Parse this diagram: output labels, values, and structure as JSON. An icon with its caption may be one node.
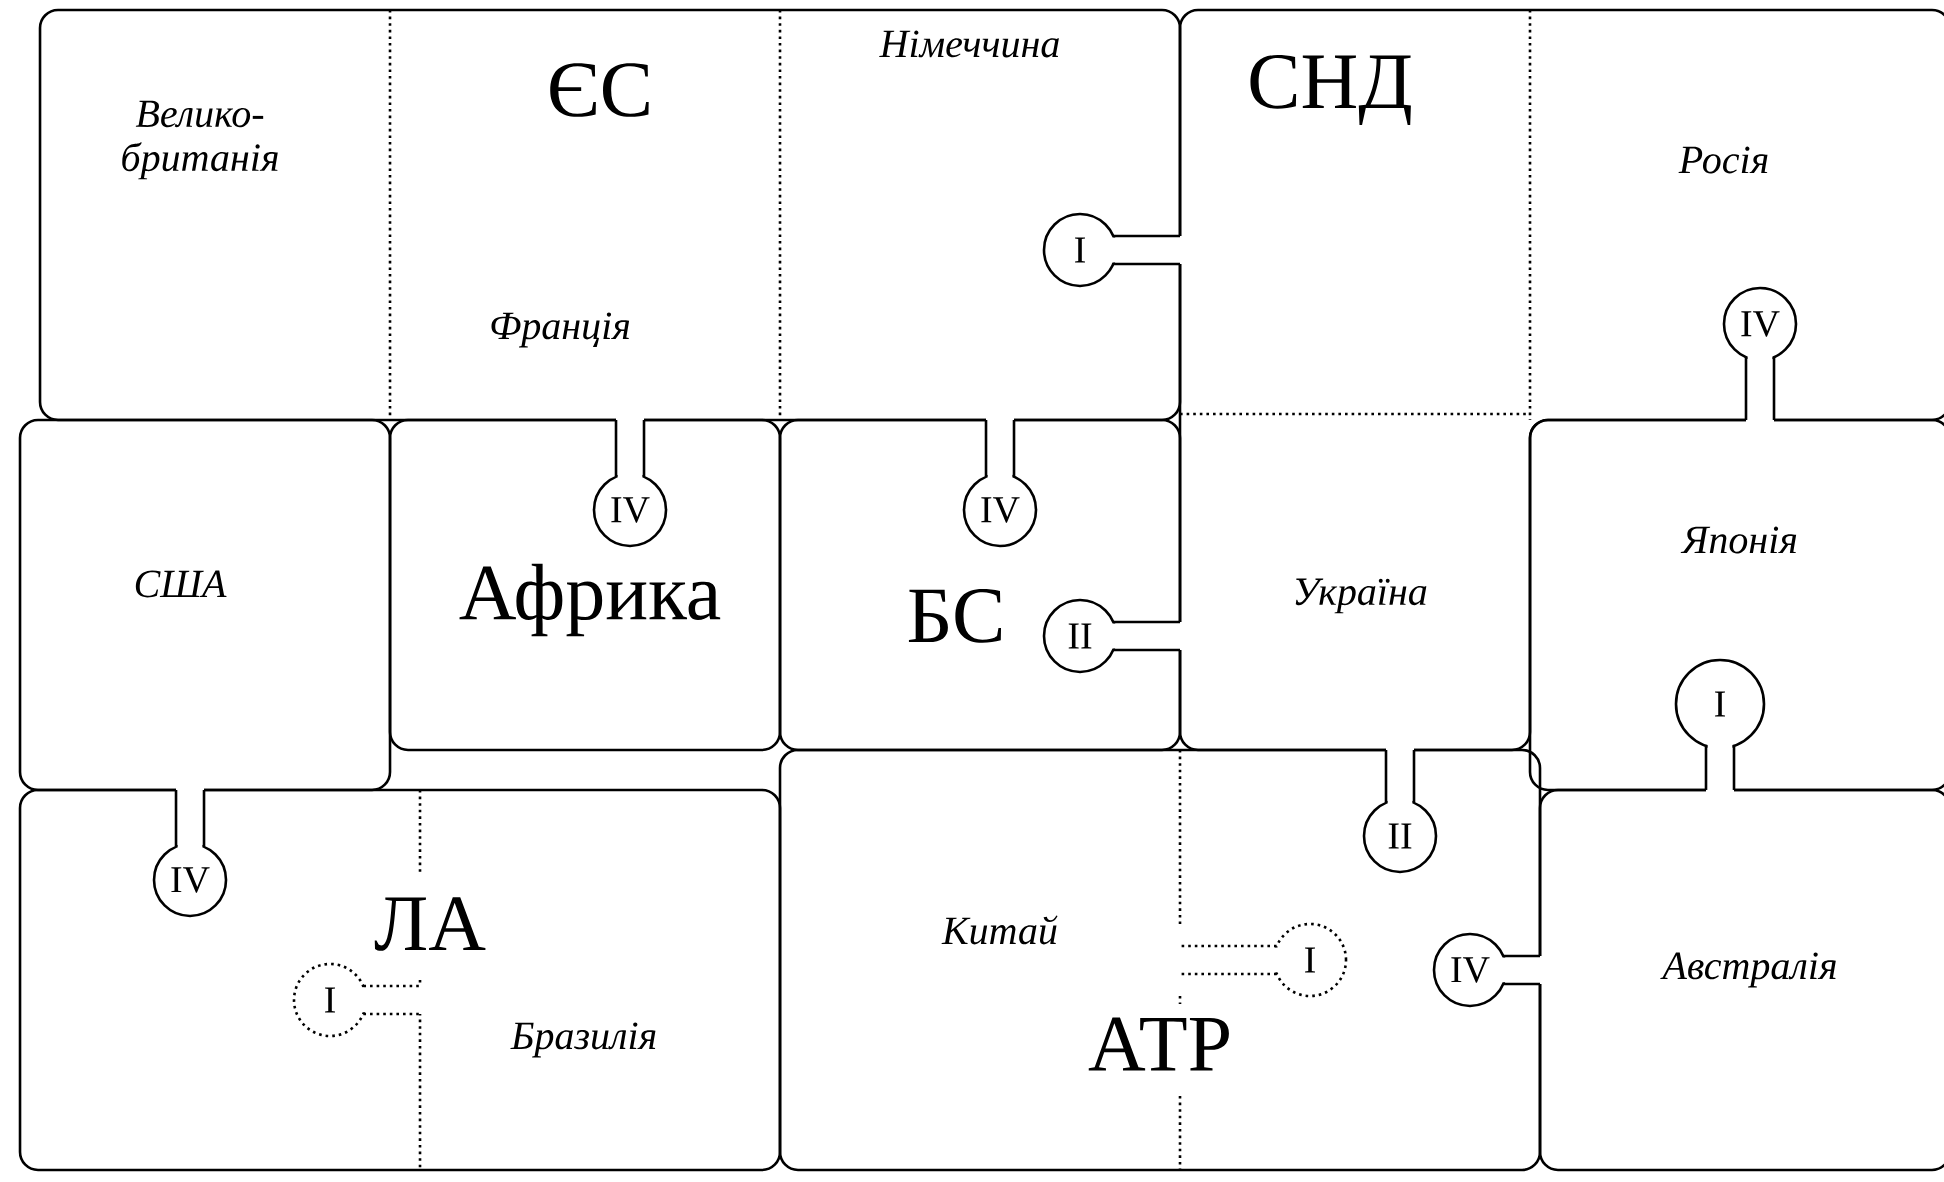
{
  "diagram": {
    "nodes": [
      {
        "text": [
          "ЄС"
        ]
      },
      {
        "text": [
          "Велико-британія"
        ],
        "in": 0
      },
      {
        "text": [
          "Франція"
        ],
        "in": 0
      },
      {
        "text": [
          "Німеччина"
        ],
        "in": 0
      },
      {
        "text": [
          "СНД"
        ]
      },
      {
        "text": [
          "Росія"
        ],
        "in": 4
      },
      {
        "text": [
          "Україна"
        ],
        "in": 4
      },
      {
        "text": [
          "США"
        ]
      },
      {
        "text": [
          "Африка"
        ]
      },
      {
        "text": [
          "БС"
        ]
      },
      {
        "text": [
          "Японія"
        ]
      },
      {
        "text": [
          "ЛА"
        ]
      },
      {
        "text": [
          "Бразилія"
        ],
        "in": 11
      },
      {
        "text": [
          "АТР"
        ]
      },
      {
        "text": [
          "Китай"
        ],
        "in": 13
      },
      {
        "text": [
          "Австралія"
        ]
      }
    ],
    "edges": [],
    "labels": [
      "I",
      "IV",
      "IV",
      "IV",
      "II",
      "I",
      "II",
      "IV",
      "IV",
      "I",
      "I"
    ]
  }
}
